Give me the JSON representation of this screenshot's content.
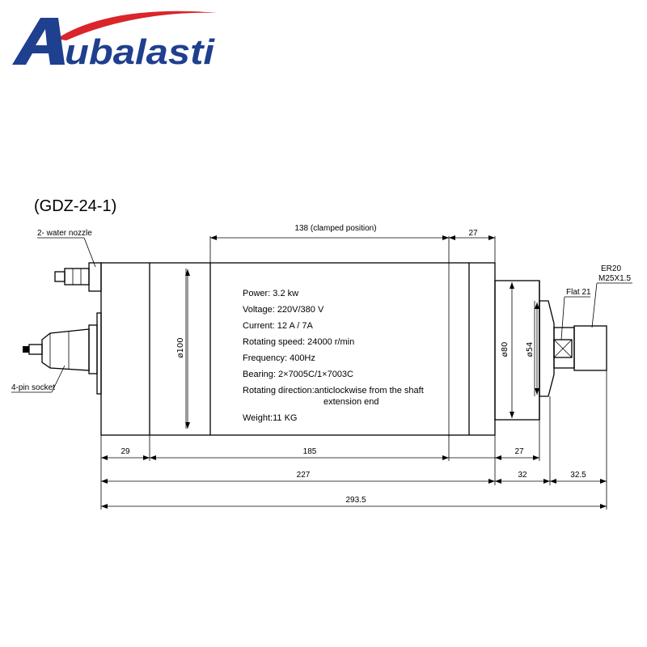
{
  "brand": {
    "name": "Aubalasti",
    "letter_a": "A",
    "rest": "ubalasti",
    "color_blue": "#1f3f8f",
    "color_red": "#d9252b"
  },
  "model": "(GDZ-24-1)",
  "callouts": {
    "water_nozzle": "2- water nozzle",
    "socket": "4-pin socket",
    "flat": "Flat 21",
    "collet": "ER20",
    "thread": "M25X1.5"
  },
  "dimensions": {
    "clamped": "138 (clamped position)",
    "top_27": "27",
    "dia_100": "ø100",
    "dia_80": "ø80",
    "dia_54": "ø54",
    "d29": "29",
    "d185": "185",
    "d27": "27",
    "d227": "227",
    "d32": "32",
    "d32_5": "32.5",
    "d293_5": "293.5"
  },
  "specs": [
    "Power: 3.2 kw",
    "Voltage: 220V/380 V",
    "Current: 12 A / 7A",
    "Rotating speed: 24000 r/min",
    "Frequency: 400Hz",
    "Bearing: 2×7005C/1×7003C",
    "Rotating direction:anticlockwise from the shaft",
    "extension end",
    "Weight:11 KG"
  ]
}
